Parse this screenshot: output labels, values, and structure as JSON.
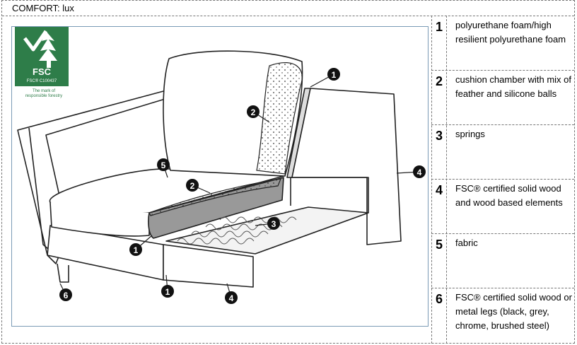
{
  "header": {
    "title": "COMFORT: lux"
  },
  "logo": {
    "brand": "FSC",
    "code": "FSC® C100437",
    "tagline_line1": "The mark of",
    "tagline_line2": "responsible forestry",
    "color": "#2e7d49"
  },
  "callouts": [
    "1",
    "2",
    "5",
    "2",
    "1",
    "3",
    "1",
    "4",
    "6",
    "4"
  ],
  "legend": [
    {
      "number": "1",
      "text": "polyurethane foam/high resilient polyurethane foam"
    },
    {
      "number": "2",
      "text": "cushion chamber with mix of feather and silicone balls"
    },
    {
      "number": "3",
      "text": "springs"
    },
    {
      "number": "4",
      "text": "FSC® certified solid wood and wood based elements"
    },
    {
      "number": "5",
      "text": "fabric"
    },
    {
      "number": "6",
      "text": "FSC® certified solid wood or metal legs (black, grey, chrome, brushed steel)"
    }
  ]
}
